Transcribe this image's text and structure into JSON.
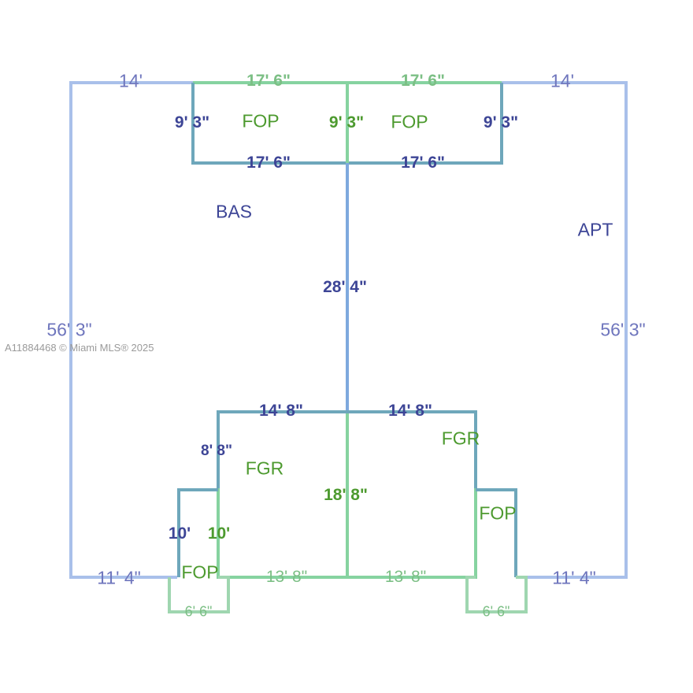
{
  "watermark": "A11884468 © Miami MLS® 2025",
  "areas": {
    "bas": "BAS",
    "apt": "APT",
    "fop_top_left": "FOP",
    "fop_top_right": "FOP",
    "fgr_left": "FGR",
    "fgr_right": "FGR",
    "fop_bottom_left": "FOP",
    "fop_bottom_right": "FOP"
  },
  "dimensions": {
    "top_left_outer": "14'",
    "top_right_outer": "14'",
    "fop_top_left_top": "17' 6\"",
    "fop_top_right_top": "17' 6\"",
    "fop_top_left_bottom": "17' 6\"",
    "fop_top_right_bottom": "17' 6\"",
    "fop_left_side": "9' 3\"",
    "fop_center_side": "9' 3\"",
    "fop_right_side": "9' 3\"",
    "center_upper": "28' 4\"",
    "left_outer": "56' 3\"",
    "right_outer": "56' 3\"",
    "fgr_top_left": "14' 8\"",
    "fgr_top_right": "14' 8\"",
    "fgr_left_upper": "8' 8\"",
    "center_lower": "18' 8\"",
    "fop_bl_outer": "10'",
    "fop_bl_inner": "10'",
    "bottom_left_outer": "11' 4\"",
    "bottom_right_outer": "11' 4\"",
    "fgr_bottom_left": "13' 8\"",
    "fgr_bottom_right": "13' 8\"",
    "fop_bl_bottom": "6' 6\"",
    "fop_br_bottom": "6' 6\""
  },
  "colors": {
    "outline_blue": "#a9c0ea",
    "outline_green": "#86d3a0",
    "outline_teal": "#6ea7bb",
    "center_blue": "#7ea9de"
  }
}
